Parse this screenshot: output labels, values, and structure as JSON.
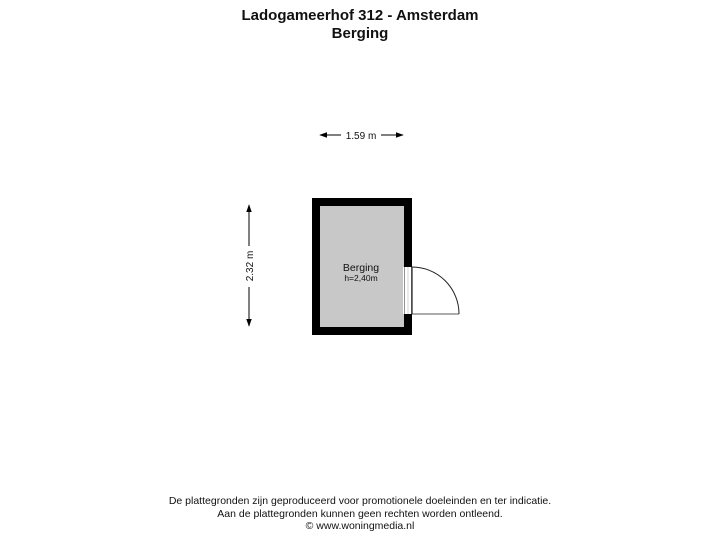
{
  "header": {
    "address": "Ladogameerhof 312 - Amsterdam",
    "floor": "Berging"
  },
  "plan": {
    "room": {
      "name": "Berging",
      "height": "h=2,40m"
    },
    "dimensions": {
      "width": "1.59 m",
      "length": "2.32 m"
    },
    "colors": {
      "wall": "#000000",
      "floor": "#c8c8c8",
      "door": "#222222",
      "dimension": "#000000"
    }
  },
  "footer": {
    "line1": "De plattegronden zijn geproduceerd voor promotionele doeleinden en ter indicatie.",
    "line2": "Aan de plattegronden kunnen geen rechten worden ontleend.",
    "line3": "© www.woningmedia.nl"
  }
}
